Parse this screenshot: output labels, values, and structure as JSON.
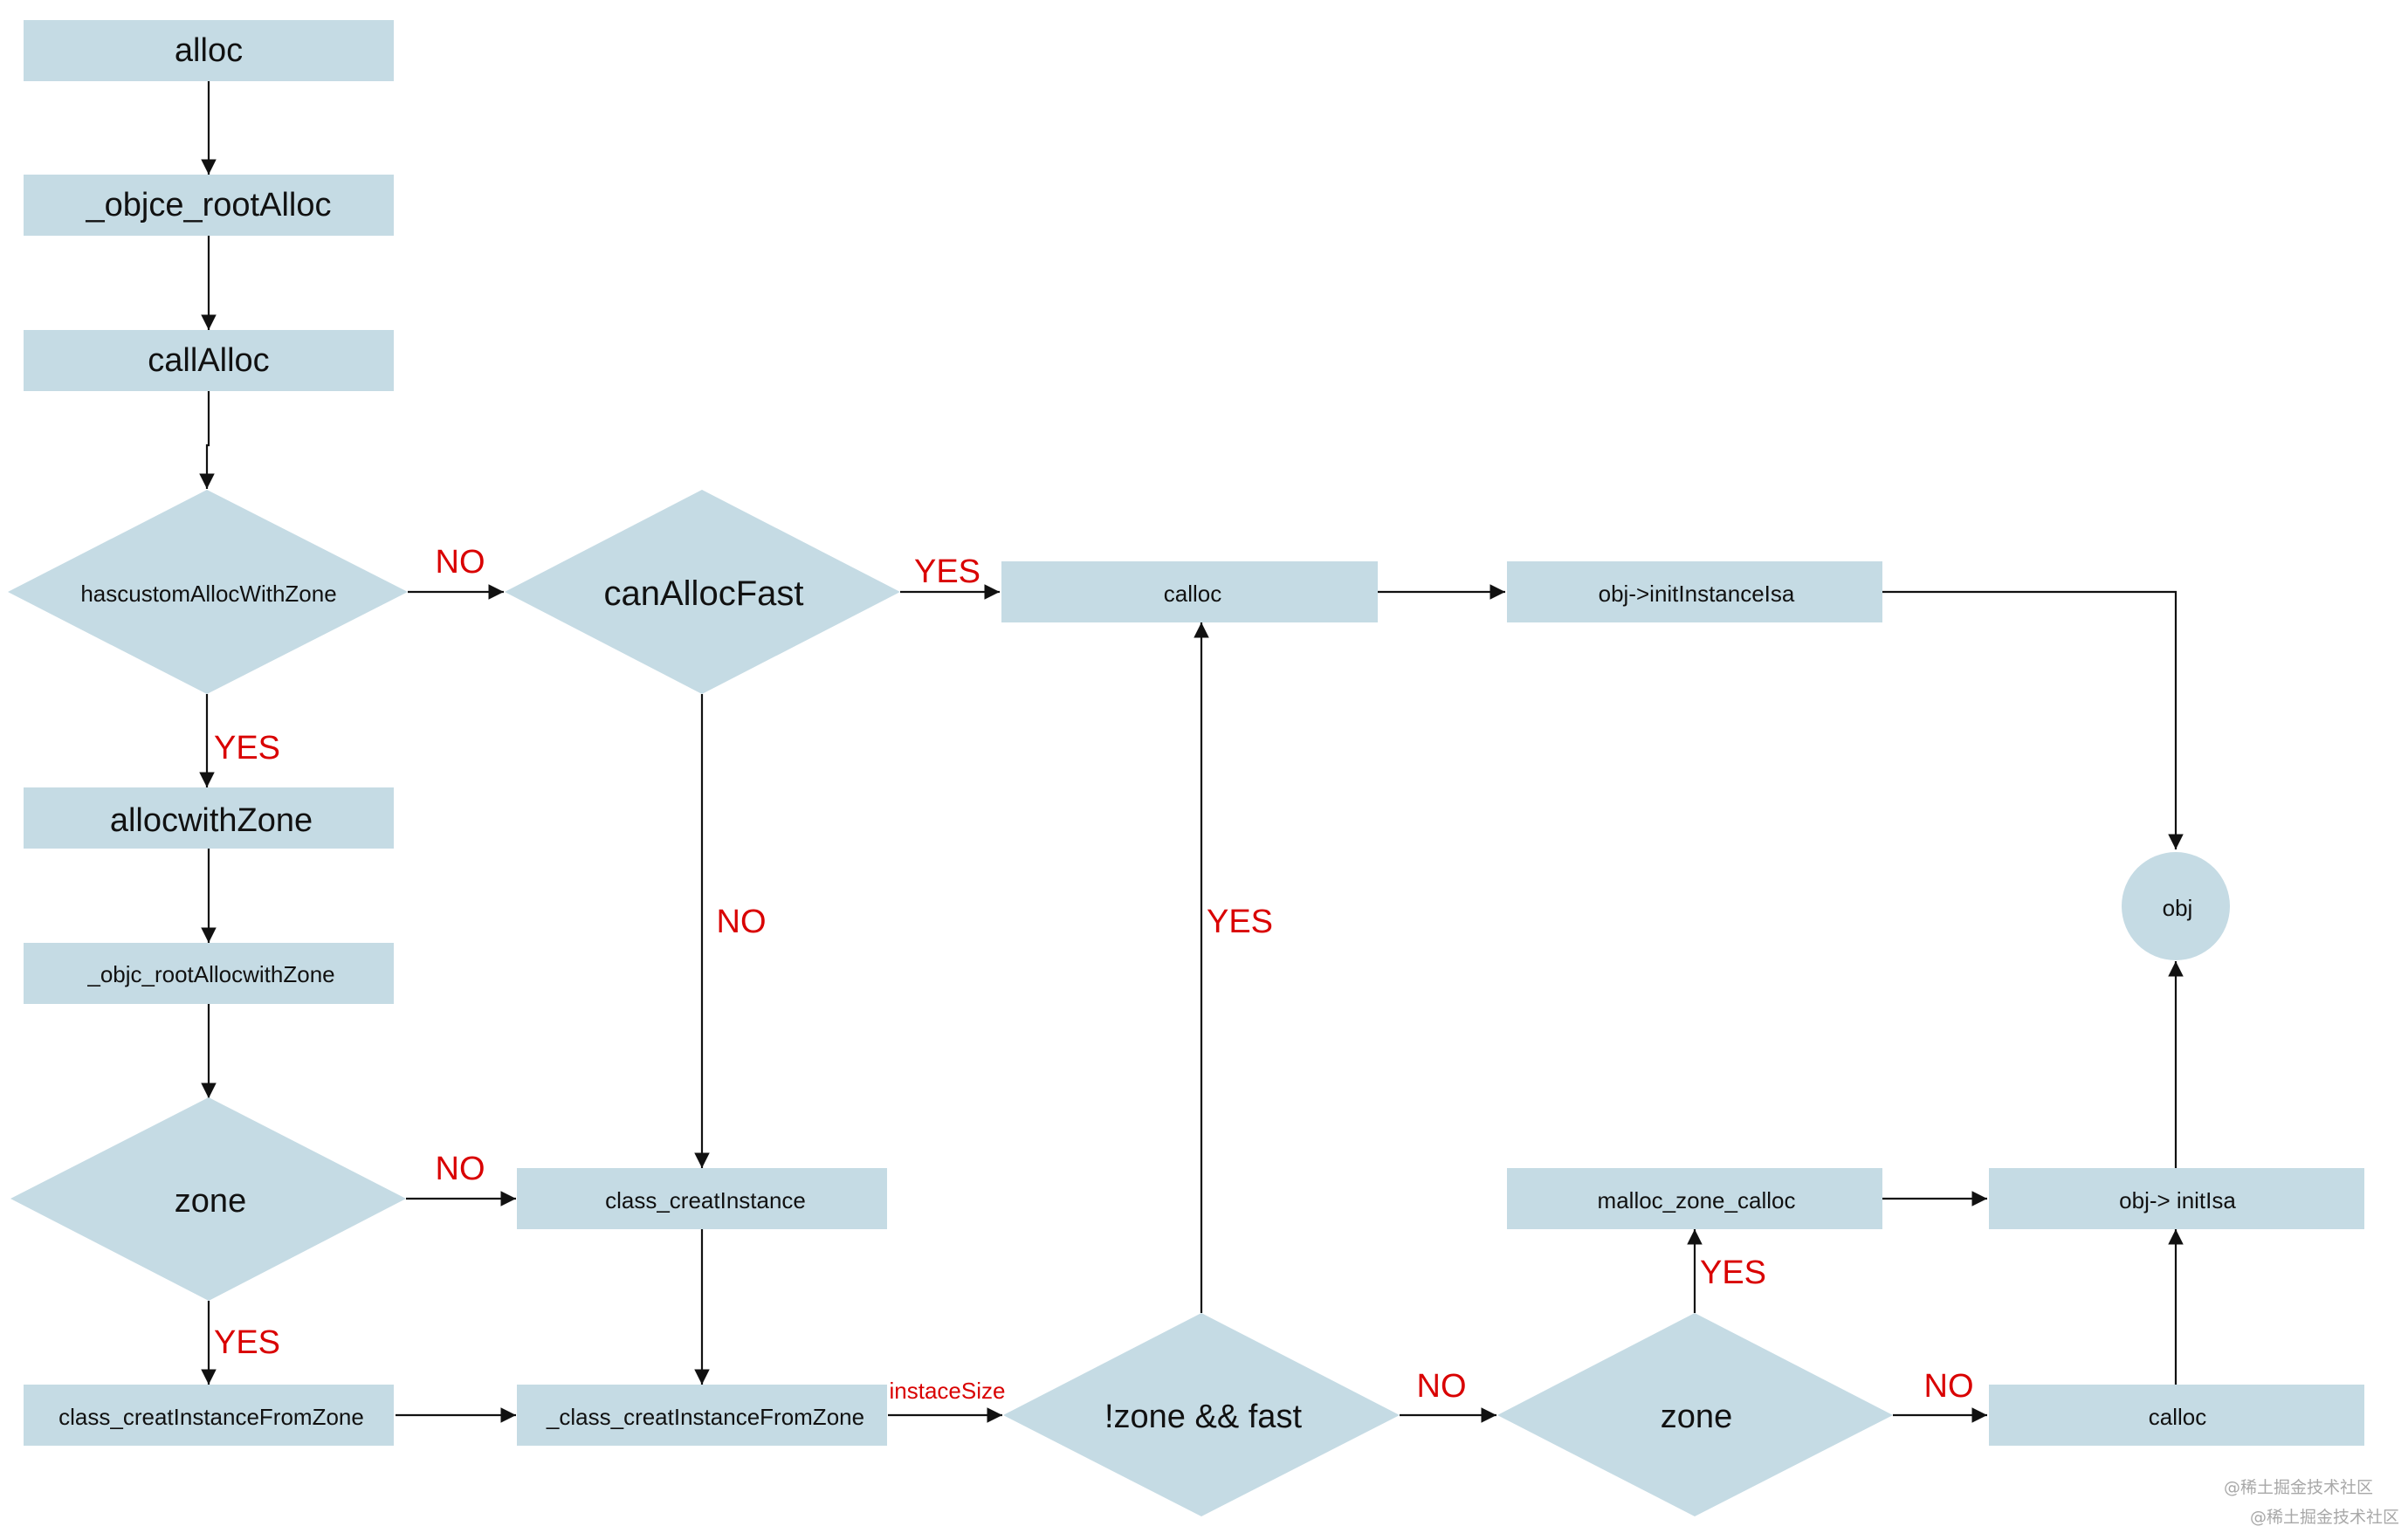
{
  "nodes": {
    "alloc": "alloc",
    "objce_rootAlloc": "_objce_rootAlloc",
    "callAlloc": "callAlloc",
    "hascustomAllocWithZone": "hascustomAllocWithZone",
    "canAllocFast": "canAllocFast",
    "calloc_top": "calloc",
    "initInstanceIsa": "obj->initInstanceIsa",
    "allocwithZone": "allocwithZone",
    "objc_rootAllocwithZone": "_objc_rootAllocwithZone",
    "zone_left": "zone",
    "class_creatInstance": "class_creatInstance",
    "class_creatInstanceFromZone": "class_creatInstanceFromZone",
    "_class_creatInstanceFromZone": "_class_creatInstanceFromZone",
    "not_zone_and_fast": "!zone && fast",
    "zone_right": "zone",
    "malloc_zone_calloc": "malloc_zone_calloc",
    "initIsa": "obj-> initIsa",
    "calloc_bottom": "calloc",
    "obj": "obj"
  },
  "edge_labels": {
    "hascustom_no": "NO",
    "hascustom_yes": "YES",
    "canAllocFast_yes": "YES",
    "canAllocFast_no": "NO",
    "zone_left_no": "NO",
    "zone_left_yes": "YES",
    "instaceSize": "instaceSize",
    "notzone_yes": "YES",
    "notzone_no": "NO",
    "zone_right_yes": "YES",
    "zone_right_no": "NO"
  },
  "watermark": {
    "line1": "@稀土掘金技术社区",
    "line2": "@稀土掘金技术社区"
  },
  "colors": {
    "node_fill": "#c5dbe4",
    "edge": "#111111",
    "label": "#d90000"
  }
}
